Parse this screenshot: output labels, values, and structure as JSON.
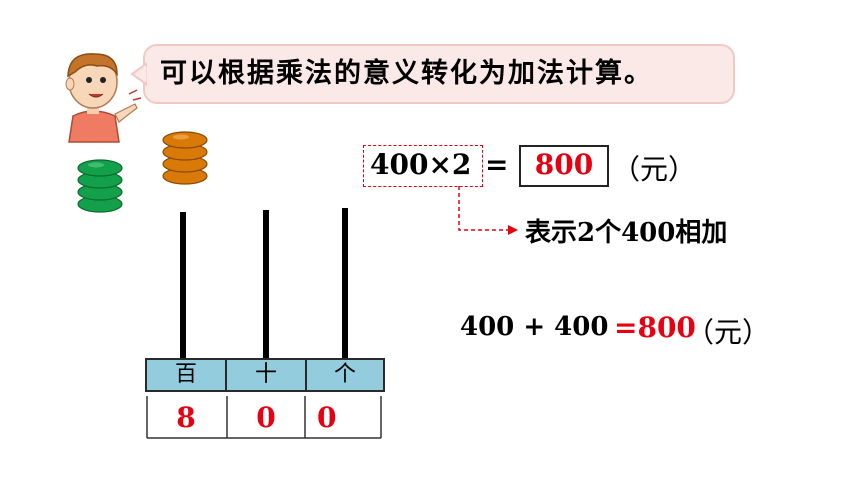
{
  "bubble": {
    "text": "可以根据乘法的意义转化为加法计算。"
  },
  "equation": {
    "left": "400×2",
    "equals": "=",
    "answer": "800",
    "unit": "（元）"
  },
  "annotation": {
    "text": "表示2个400相加"
  },
  "addition": {
    "expr": "400 + 400",
    "result": "=800",
    "unit": "（元）"
  },
  "abacus": {
    "columns": [
      {
        "label": "百",
        "digit": "8"
      },
      {
        "label": "十",
        "digit": "0"
      },
      {
        "label": "个",
        "digit": "0"
      }
    ],
    "bead_colors": {
      "green": "#12a04a",
      "orange": "#d97a08"
    },
    "green_bead_count": 4,
    "orange_bead_count": 4
  },
  "colors": {
    "accent": "#e60012",
    "header_bg": "#93cddd",
    "bubble_bg": "#fbe9e7"
  }
}
